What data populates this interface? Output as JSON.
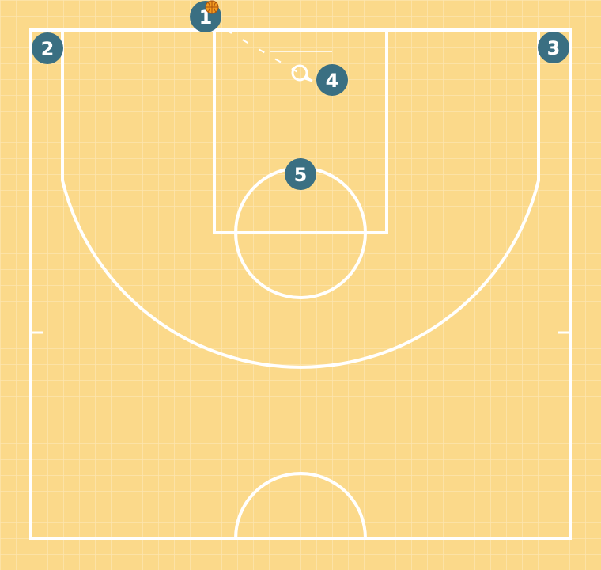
{
  "colors": {
    "court_background": "#fbd98a",
    "grid_line": "#fde5ae",
    "court_line": "#ffffff",
    "player_fill": "#3a6f82",
    "player_text": "#ffffff",
    "ball_fill": "#f39a1e",
    "ball_seam": "#a8500b"
  },
  "players": [
    {
      "id": "player-1",
      "label": "1",
      "has_ball": true
    },
    {
      "id": "player-2",
      "label": "2",
      "has_ball": false
    },
    {
      "id": "player-3",
      "label": "3",
      "has_ball": false
    },
    {
      "id": "player-4",
      "label": "4",
      "has_ball": false
    },
    {
      "id": "player-5",
      "label": "5",
      "has_ball": false
    }
  ],
  "icons": {
    "ball": "basketball-icon",
    "movement": "dashed-movement-arrow-icon",
    "screen": "screen-marker-icon"
  }
}
